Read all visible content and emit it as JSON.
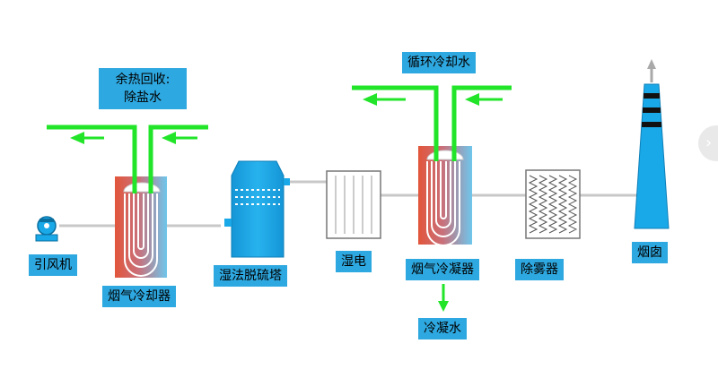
{
  "labels": {
    "fan": "引风机",
    "cooler": "烟气冷却器",
    "desulfurizer": "湿法脱硫塔",
    "wesp": "湿电",
    "condenser": "烟气冷凝器",
    "demister": "除雾器",
    "chimney": "烟囱",
    "heat_recovery_line1": "余热回收:",
    "heat_recovery_line2": "除盐水",
    "circulating_water": "循环冷却水",
    "condensate": "冷凝水"
  },
  "colors": {
    "label_bg": "#2ea8e0",
    "water_flow": "#22e52a",
    "flue_pipe": "#c8c8c8",
    "chimney": "#1aa9e8",
    "exchanger_hot": "#e2553a",
    "exchanger_cold": "#6ec6ec"
  },
  "icons": {
    "nav": "chevron-right-icon"
  }
}
